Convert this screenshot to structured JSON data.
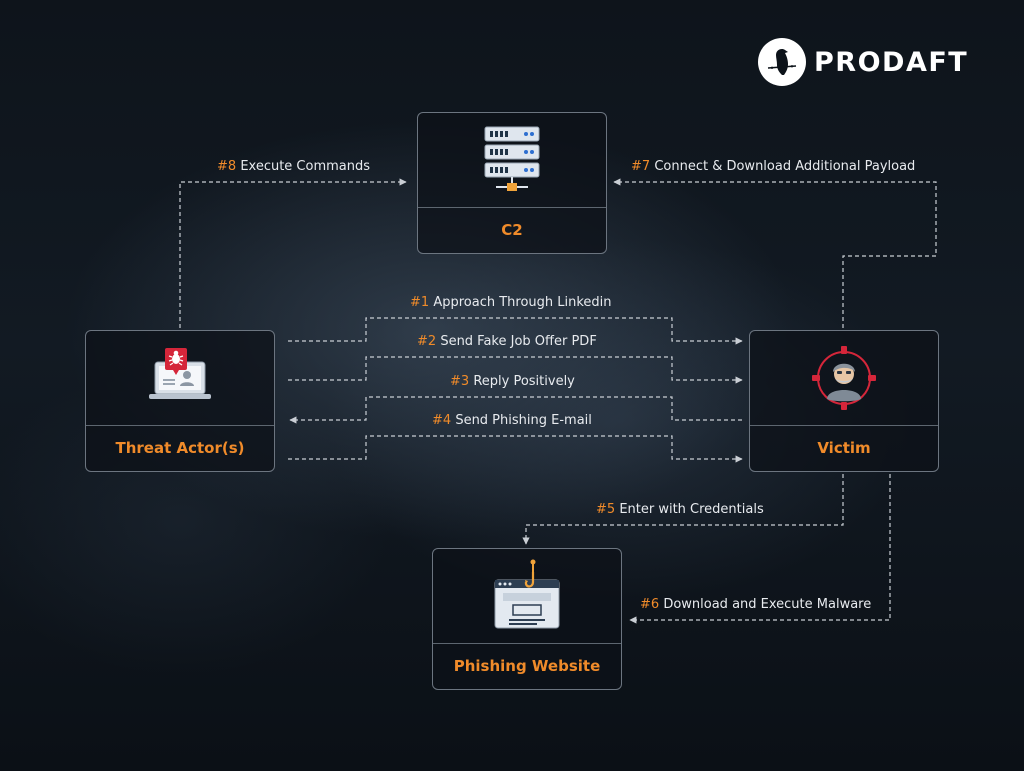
{
  "brand": {
    "name": "PRODAFT"
  },
  "nodes": {
    "c2": {
      "label": "C2",
      "icon": "server-rack-icon"
    },
    "threat_actor": {
      "label": "Threat Actor(s)",
      "icon": "hacked-laptop-icon"
    },
    "victim": {
      "label": "Victim",
      "icon": "targeted-person-icon"
    },
    "phishing": {
      "label": "Phishing Website",
      "icon": "phishing-hook-browser-icon"
    }
  },
  "steps": [
    {
      "num": "#1",
      "text": "Approach Through Linkedin"
    },
    {
      "num": "#2",
      "text": "Send Fake Job Offer PDF"
    },
    {
      "num": "#3",
      "text": "Reply Positively"
    },
    {
      "num": "#4",
      "text": "Send Phishing E-mail"
    },
    {
      "num": "#5",
      "text": "Enter with Credentials"
    },
    {
      "num": "#6",
      "text": "Download and Execute Malware"
    },
    {
      "num": "#7",
      "text": "Connect & Download Additional Payload"
    },
    {
      "num": "#8",
      "text": "Execute Commands"
    }
  ],
  "colors": {
    "accent": "#f08b2a",
    "line": "#c9ced4",
    "border": "#6c7580",
    "background": "#0c1219"
  }
}
